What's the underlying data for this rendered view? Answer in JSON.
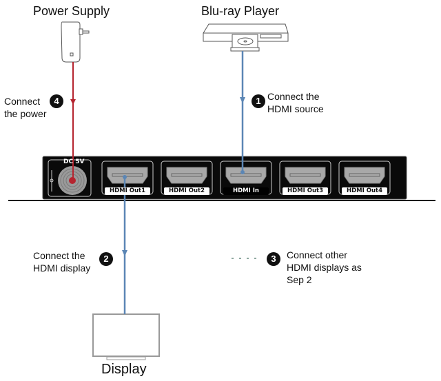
{
  "devices": {
    "power_supply": "Power Supply",
    "bluray": "Blu-ray Player",
    "display": "Display"
  },
  "steps": [
    {
      "number": "1",
      "text_line1": "Connect the",
      "text_line2": "HDMI source"
    },
    {
      "number": "2",
      "text_line1": "Connect the",
      "text_line2": "HDMI display"
    },
    {
      "number": "3",
      "text_line1": "Connect other",
      "text_line2": "HDMI displays as",
      "text_line3": "Sep 2"
    },
    {
      "number": "4",
      "text_line1": "Connect",
      "text_line2": "the power"
    }
  ],
  "splitter": {
    "power_port": "DC 5V",
    "ports": [
      "HDMI Out1",
      "HDMI Out2",
      "HDMI In",
      "HDMI Out3",
      "HDMI Out4"
    ]
  },
  "colors": {
    "power_cable": "#b5242f",
    "hdmi_cable": "#5b86b5",
    "dashed_cable": "#8fa8a0",
    "splitter_body": "#0a0a0a"
  }
}
